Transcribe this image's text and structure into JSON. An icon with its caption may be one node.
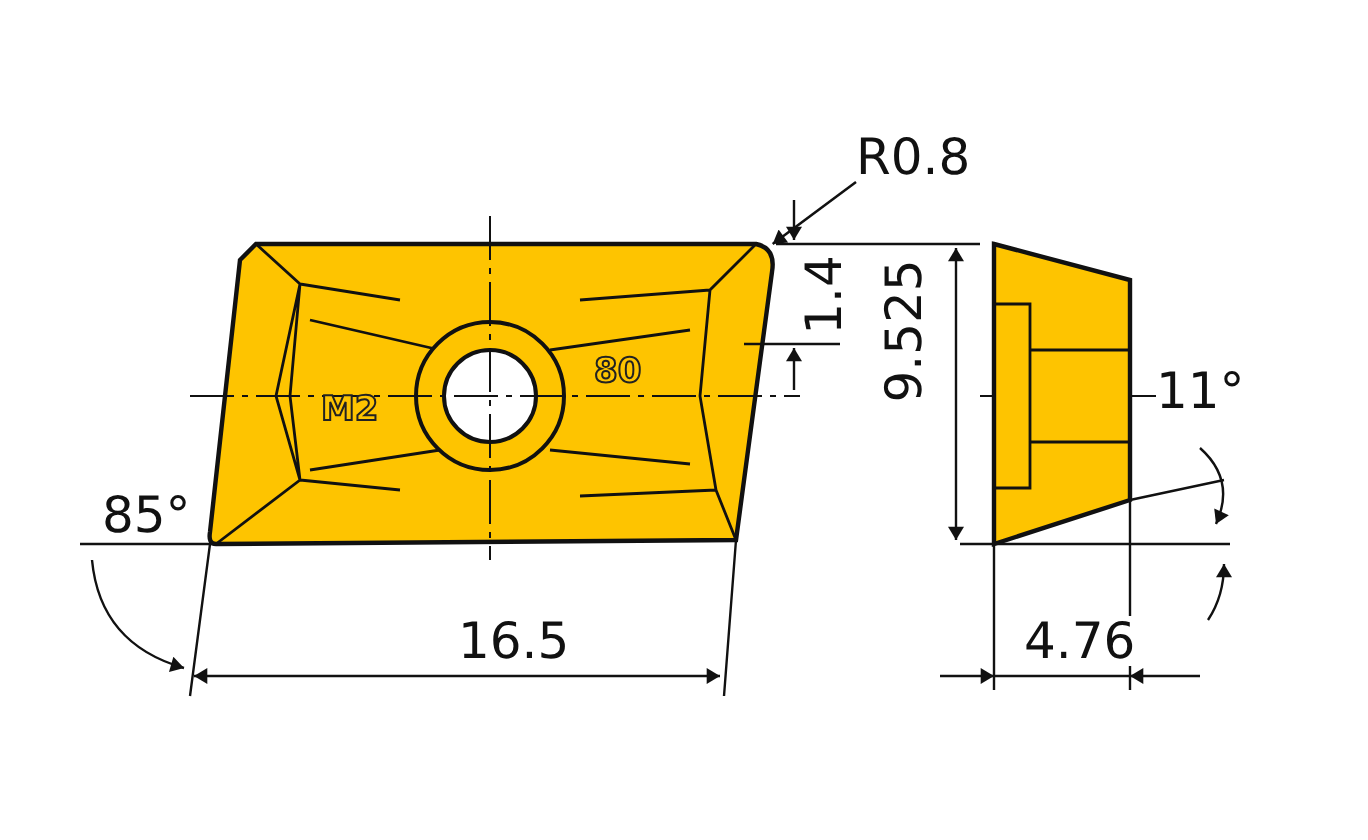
{
  "diagram": {
    "nodes": [
      {
        "text": [
          "R0.8"
        ]
      },
      {
        "text": [],
        "shape": "picture"
      }
    ],
    "edges": [
      {
        "from": 0,
        "to": 1,
        "arrow": "to"
      }
    ],
    "labels": [
      "1.4",
      "9.525",
      "M2",
      "80",
      "11°",
      "85°",
      "16.5",
      "4.76"
    ]
  }
}
